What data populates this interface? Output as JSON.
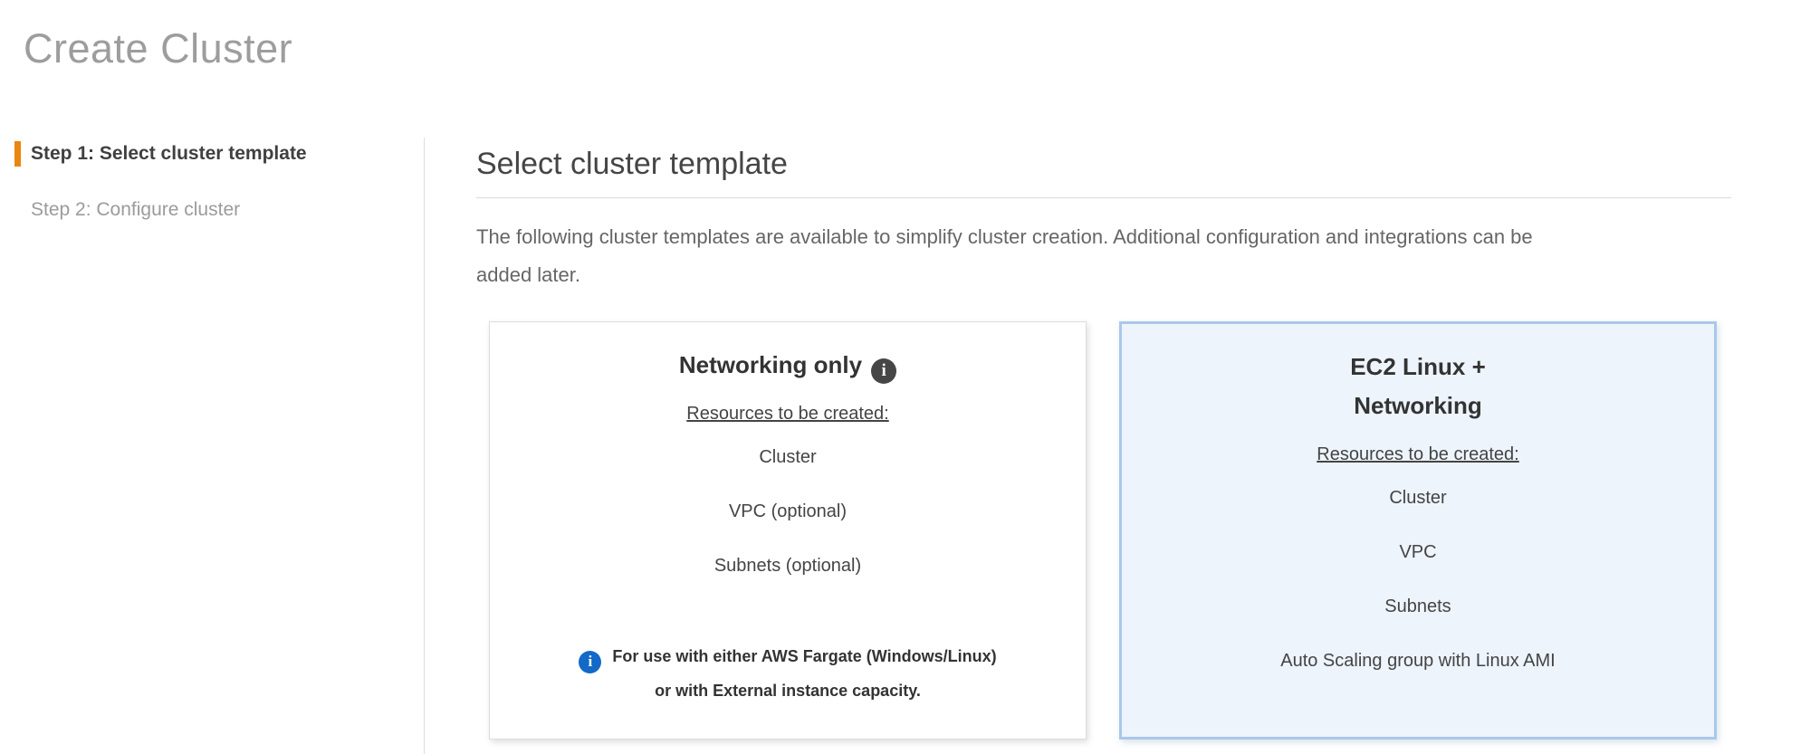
{
  "page": {
    "title": "Create Cluster"
  },
  "steps": [
    {
      "label": "Step 1: Select cluster template",
      "state": "active"
    },
    {
      "label": "Step 2: Configure cluster",
      "state": "future"
    }
  ],
  "main": {
    "heading": "Select cluster template",
    "description_lines": [
      "The following cluster templates are available to simplify cluster creation. Additional configuration and integrations can be",
      "added later."
    ],
    "templates": [
      {
        "title": "Networking only",
        "resources_heading": "Resources to be created:",
        "resources": [
          "Cluster",
          "VPC (optional)",
          "Subnets (optional)"
        ],
        "note_lines": [
          "For use with either AWS Fargate (Windows/Linux)",
          "or with External instance capacity."
        ],
        "selected": false
      },
      {
        "title_lines": [
          "EC2 Linux +",
          "Networking"
        ],
        "resources_heading": "Resources to be created:",
        "resources": [
          "Cluster",
          "VPC",
          "Subnets",
          "Auto Scaling group with Linux AMI"
        ],
        "selected": true
      }
    ]
  },
  "icons": {
    "info_glyph": "i"
  },
  "colors": {
    "step_accent_orange": "#e8860f",
    "selected_card_background": "#edf4fc",
    "selected_card_border": "#a9c8ea",
    "info_icon_blue": "#1269c7",
    "info_icon_dark": "#464646",
    "title_gray": "#9d9d9d"
  }
}
